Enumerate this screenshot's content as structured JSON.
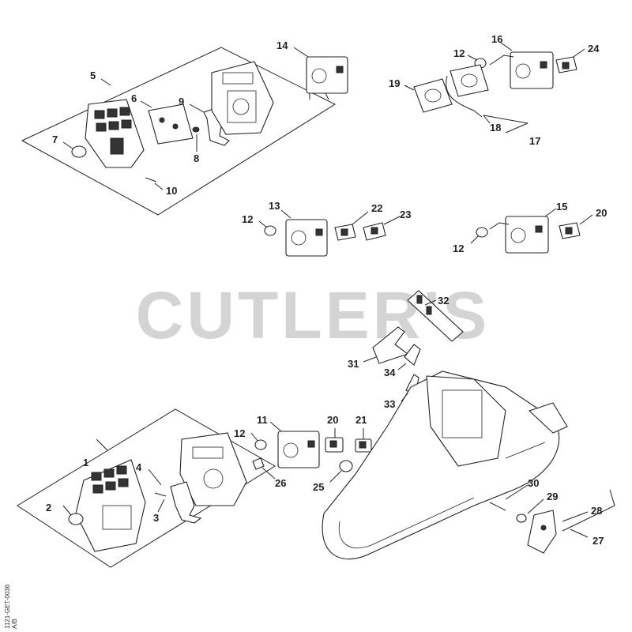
{
  "watermark": "CUTLER'S",
  "drawing_code": "1121-GET-0036",
  "drawing_code_suffix": "A/B",
  "callouts": [
    {
      "id": "c1",
      "text": "1"
    },
    {
      "id": "c2",
      "text": "2"
    },
    {
      "id": "c3",
      "text": "3"
    },
    {
      "id": "c4",
      "text": "4"
    },
    {
      "id": "c5",
      "text": "5"
    },
    {
      "id": "c6",
      "text": "6"
    },
    {
      "id": "c7",
      "text": "7"
    },
    {
      "id": "c8",
      "text": "8"
    },
    {
      "id": "c9",
      "text": "9"
    },
    {
      "id": "c10",
      "text": "10"
    },
    {
      "id": "c11",
      "text": "11"
    },
    {
      "id": "c12a",
      "text": "12"
    },
    {
      "id": "c12b",
      "text": "12"
    },
    {
      "id": "c12c",
      "text": "12"
    },
    {
      "id": "c12d",
      "text": "12"
    },
    {
      "id": "c13",
      "text": "13"
    },
    {
      "id": "c14",
      "text": "14"
    },
    {
      "id": "c15",
      "text": "15"
    },
    {
      "id": "c16",
      "text": "16"
    },
    {
      "id": "c17",
      "text": "17"
    },
    {
      "id": "c18",
      "text": "18"
    },
    {
      "id": "c19",
      "text": "19"
    },
    {
      "id": "c20a",
      "text": "20"
    },
    {
      "id": "c20b",
      "text": "20"
    },
    {
      "id": "c21",
      "text": "21"
    },
    {
      "id": "c22",
      "text": "22"
    },
    {
      "id": "c23",
      "text": "23"
    },
    {
      "id": "c24",
      "text": "24"
    },
    {
      "id": "c25",
      "text": "25"
    },
    {
      "id": "c26",
      "text": "26"
    },
    {
      "id": "c27",
      "text": "27"
    },
    {
      "id": "c28",
      "text": "28"
    },
    {
      "id": "c29",
      "text": "29"
    },
    {
      "id": "c30",
      "text": "30"
    },
    {
      "id": "c31",
      "text": "31"
    },
    {
      "id": "c32",
      "text": "32"
    },
    {
      "id": "c33",
      "text": "33"
    },
    {
      "id": "c34",
      "text": "34"
    }
  ]
}
